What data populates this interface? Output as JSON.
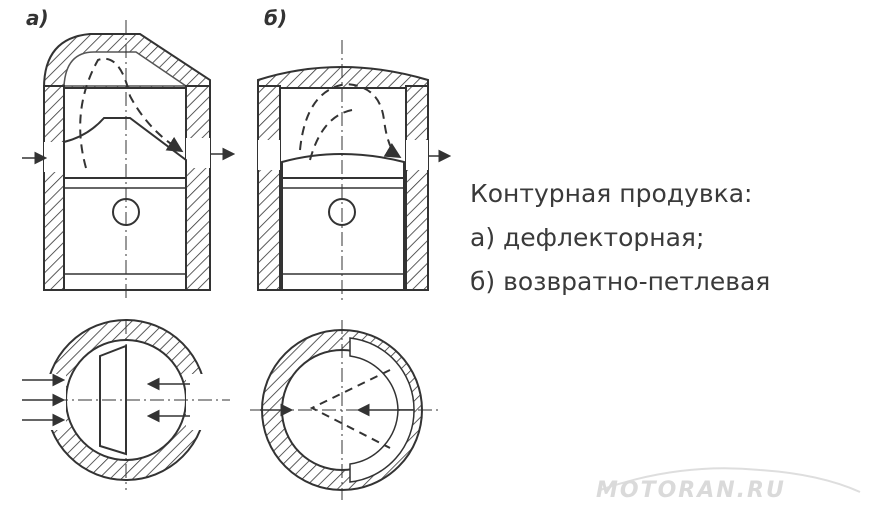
{
  "labels": {
    "a": "а)",
    "b": "б)"
  },
  "caption": {
    "title": "Контурная продувка:",
    "line_a": "а) дефлекторная;",
    "line_b": "б) возвратно-петлевая"
  },
  "watermark": {
    "text": "MOTORAN.RU"
  }
}
